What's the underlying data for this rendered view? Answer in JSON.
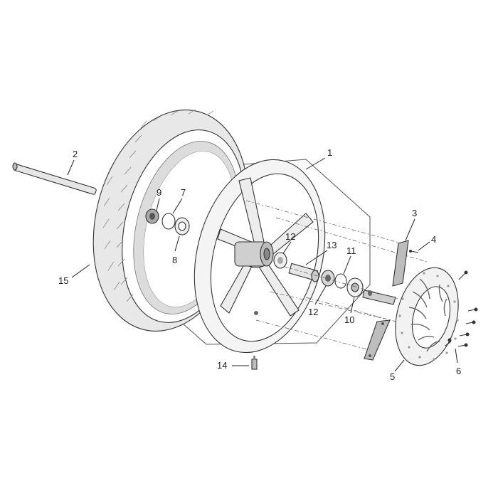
{
  "callouts": {
    "c1": "1",
    "c2": "2",
    "c3": "3",
    "c4": "4",
    "c5": "5",
    "c6": "6",
    "c7": "7",
    "c8": "8",
    "c9": "9",
    "c10": "10",
    "c11": "11",
    "c12a": "12",
    "c12b": "12",
    "c13": "13",
    "c14": "14",
    "c15": "15"
  },
  "colors": {
    "line": "#222222",
    "tire": "#e9e9e9",
    "rim": "#f3f3f3",
    "shade": "#bdbdbd",
    "dark": "#555555"
  }
}
